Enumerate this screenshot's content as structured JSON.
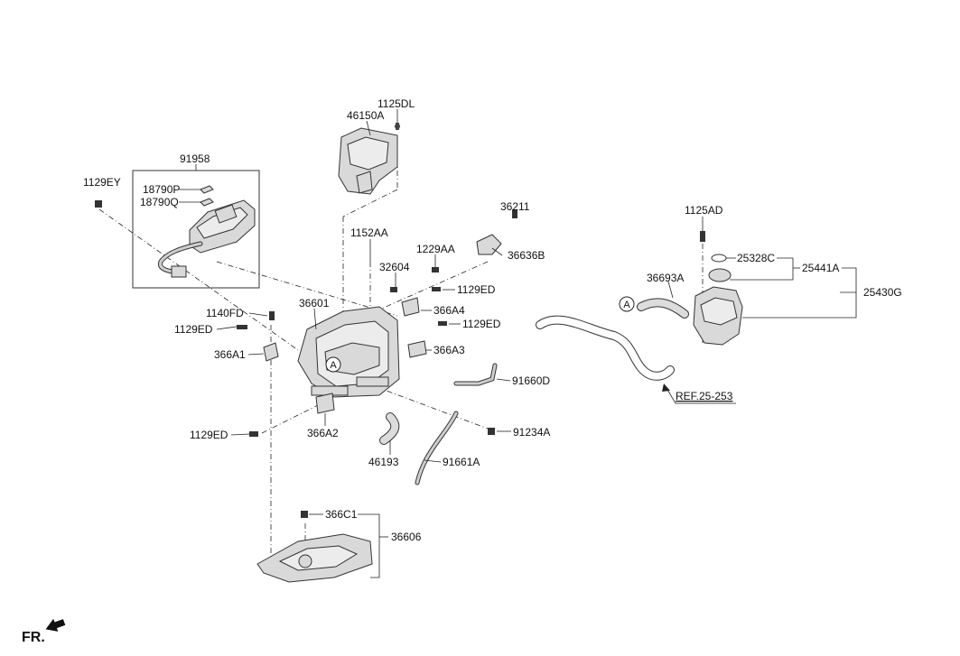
{
  "diagram": {
    "labels": {
      "p1125DL": "1125DL",
      "p46150A": "46150A",
      "p91958": "91958",
      "p1129EY": "1129EY",
      "p18790P": "18790P",
      "p18790Q": "18790Q",
      "p36211": "36211",
      "p1152AA": "1152AA",
      "p1229AA": "1229AA",
      "p36636B": "36636B",
      "p32604": "32604",
      "p1129ED_a": "1129ED",
      "p36601": "36601",
      "p366A4": "366A4",
      "p1140FD": "1140FD",
      "p1129ED_b": "1129ED",
      "p1129ED_c": "1129ED",
      "p366A3": "366A3",
      "p366A1": "366A1",
      "p91660D": "91660D",
      "p1129ED_d": "1129ED",
      "p366A2": "366A2",
      "p91234A": "91234A",
      "p46193": "46193",
      "p91661A": "91661A",
      "p366C1": "366C1",
      "p36606": "36606",
      "p1125AD": "1125AD",
      "p25328C": "25328C",
      "p25441A": "25441A",
      "p25430G": "25430G",
      "p36693A": "36693A",
      "ref": "REF.25-253",
      "circleA_1": "A",
      "circleA_2": "A",
      "fr": "FR."
    }
  }
}
